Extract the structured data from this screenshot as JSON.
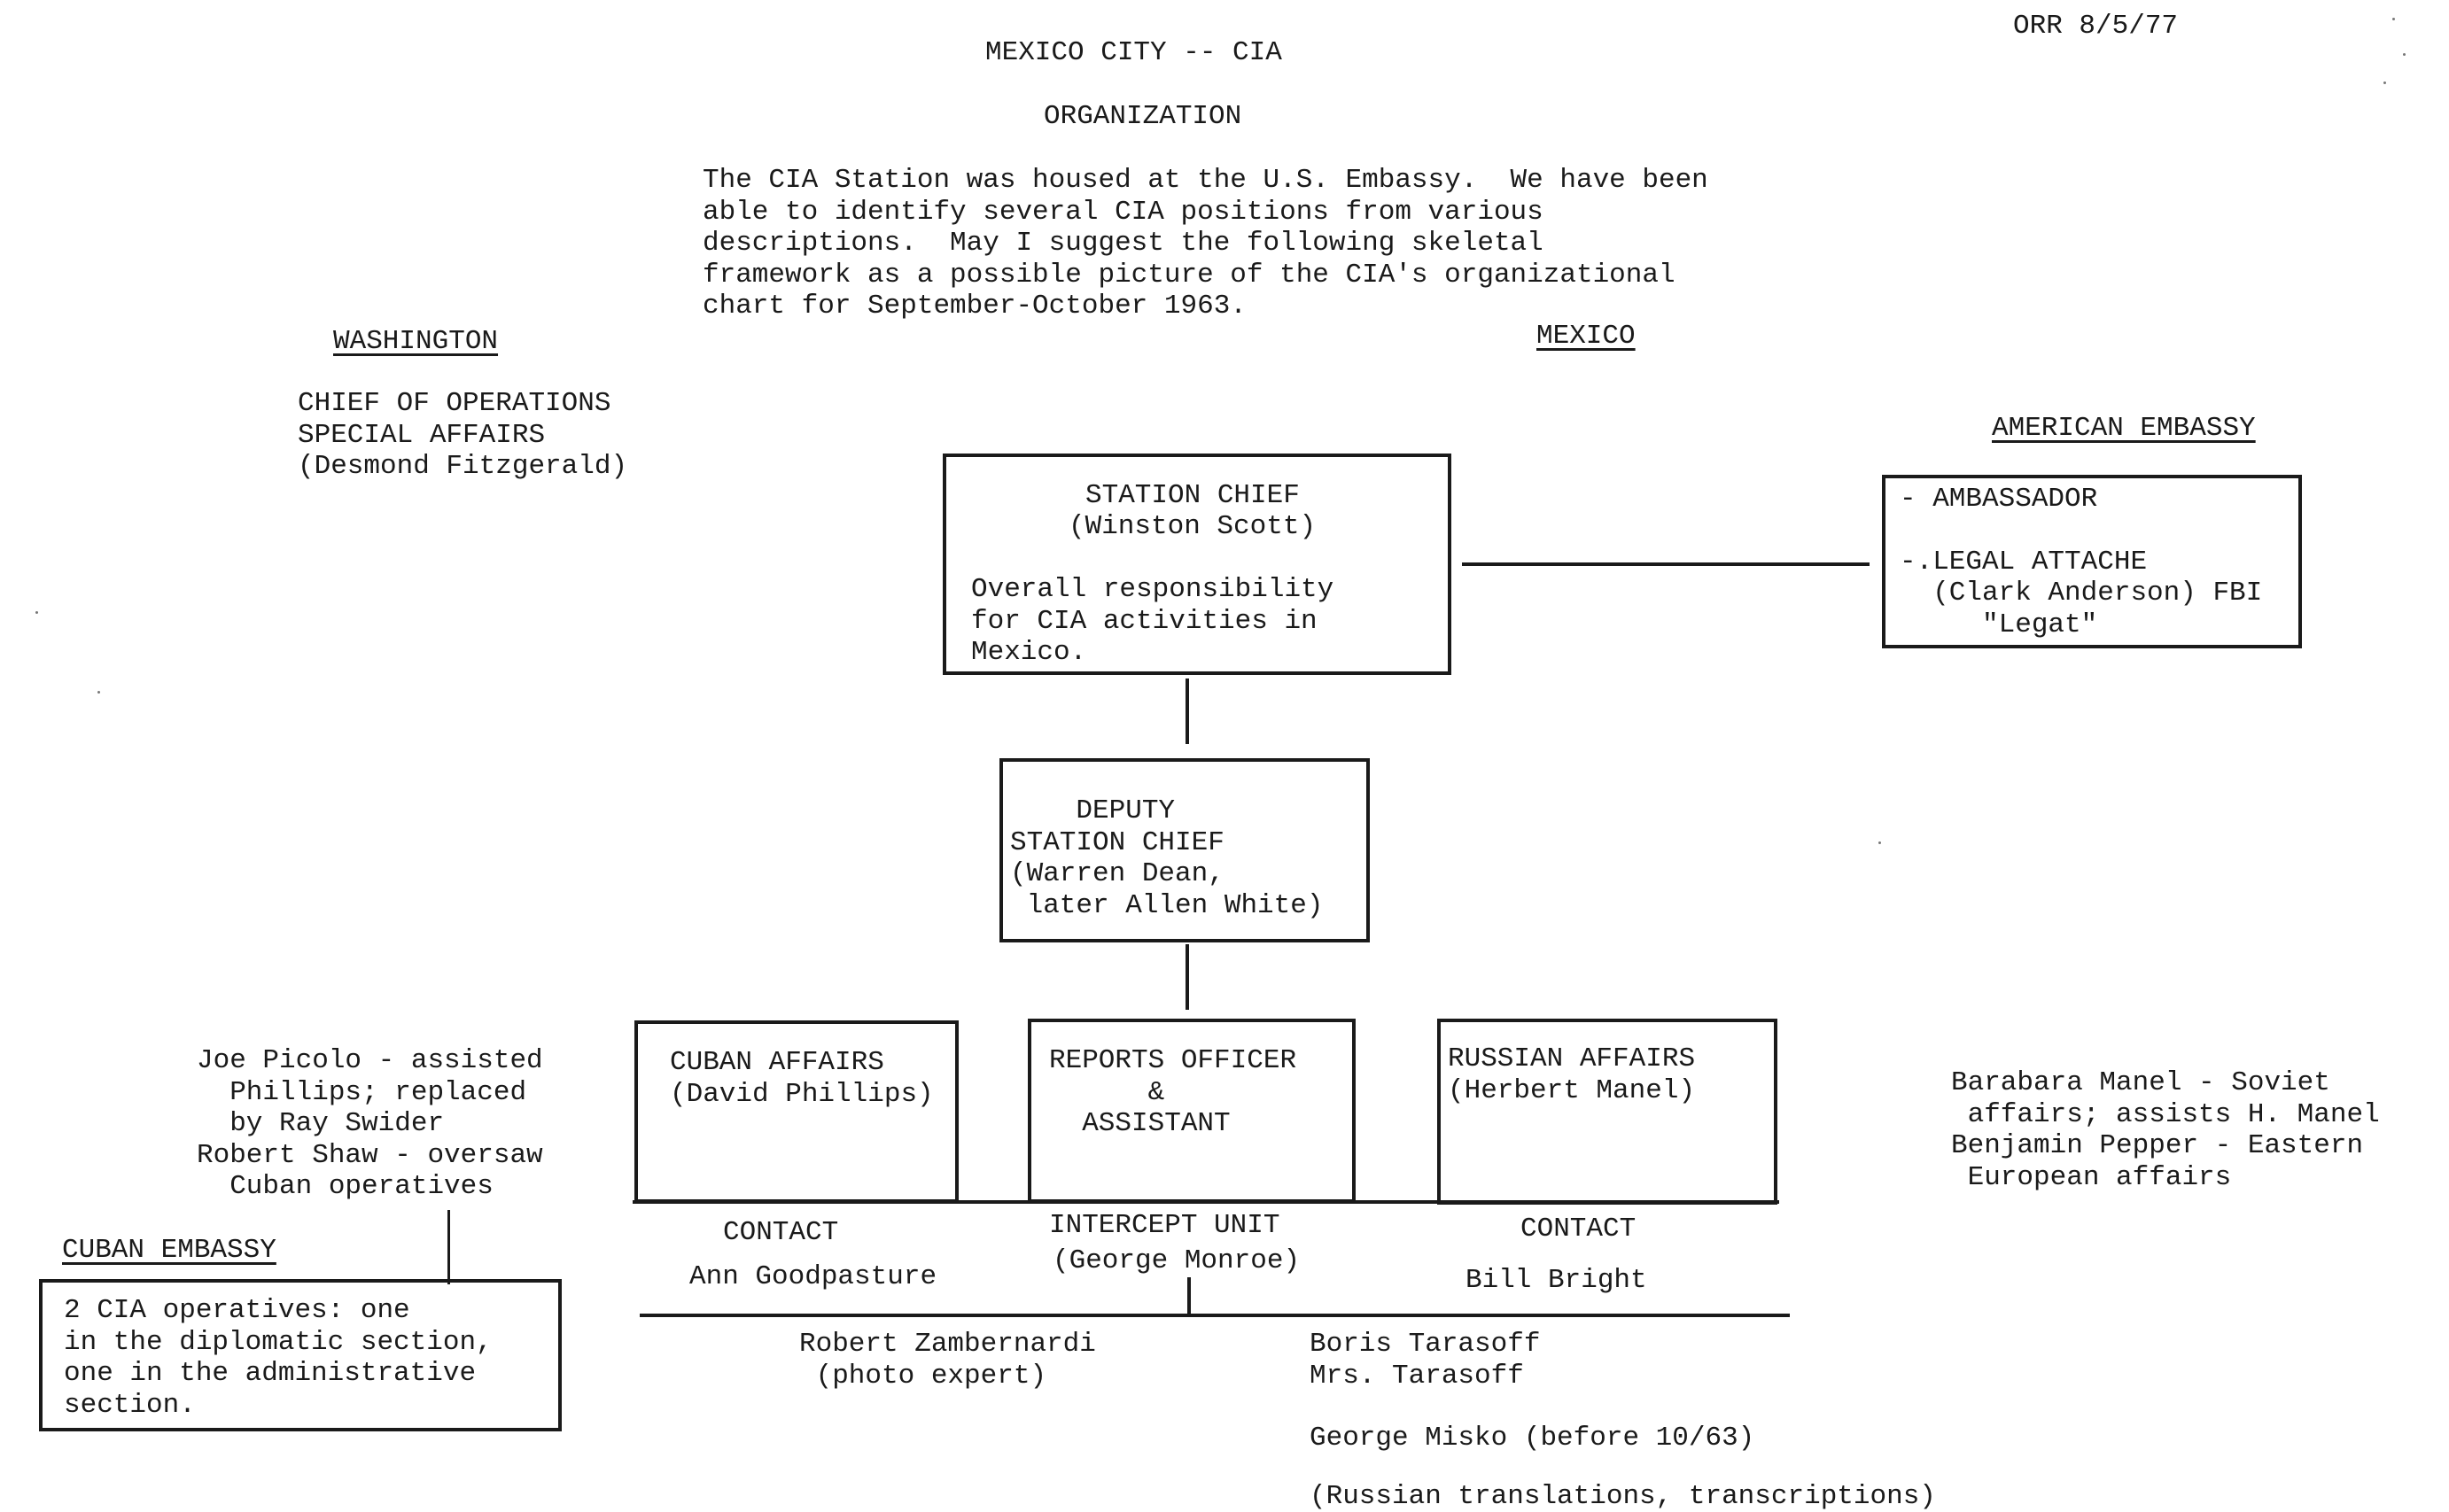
{
  "header": {
    "date_ref": "ORR 8/5/77",
    "title": "MEXICO CITY -- CIA",
    "subtitle": "ORGANIZATION"
  },
  "intro": {
    "lines": [
      "The CIA Station was housed at the U.S. Embassy.  We have been",
      "able to identify several CIA positions from various",
      "descriptions.  May I suggest the following skeletal",
      "framework as a possible picture of the CIA's organizational",
      "chart for September-October 1963."
    ]
  },
  "washington": {
    "heading": "WASHINGTON",
    "lines": [
      "CHIEF OF OPERATIONS",
      "SPECIAL AFFAIRS",
      "(Desmond Fitzgerald)"
    ]
  },
  "mexico": {
    "heading": "MEXICO"
  },
  "station_chief": {
    "title": "STATION CHIEF",
    "name": "(Winston Scott)",
    "desc": [
      "Overall responsibility",
      "for CIA activities in",
      "Mexico."
    ]
  },
  "american_embassy": {
    "heading": "AMERICAN EMBASSY",
    "lines": [
      "- AMBASSADOR",
      "",
      "-.LEGAL ATTACHE",
      "  (Clark Anderson) FBI",
      "     \"Legat\""
    ]
  },
  "deputy": {
    "lines": [
      "    DEPUTY",
      "STATION CHIEF",
      "(Warren Dean,",
      " later Allen White)"
    ]
  },
  "cuban_affairs": {
    "lines": [
      "CUBAN AFFAIRS",
      "(David Phillips)"
    ]
  },
  "reports_officer": {
    "lines": [
      "REPORTS OFFICER",
      "      &",
      "  ASSISTANT"
    ]
  },
  "russian_affairs": {
    "lines": [
      "RUSSIAN AFFAIRS",
      "(Herbert Manel)"
    ]
  },
  "left_notes": {
    "lines": [
      "Joe Picolo - assisted",
      "  Phillips; replaced",
      "  by Ray Swider",
      "Robert Shaw - oversaw",
      "  Cuban operatives"
    ]
  },
  "right_notes": {
    "lines": [
      "Barabara Manel - Soviet",
      " affairs; assists H. Manel",
      "Benjamin Pepper - Eastern",
      " European affairs"
    ]
  },
  "cuban_embassy": {
    "heading": "CUBAN EMBASSY",
    "lines": [
      "2 CIA operatives: one",
      "in the diplomatic section,",
      "one in the administrative",
      "section."
    ]
  },
  "contact_left": {
    "label": "CONTACT",
    "name": "Ann Goodpasture"
  },
  "intercept": {
    "label": "INTERCEPT UNIT",
    "name": "(George Monroe)"
  },
  "contact_right": {
    "label": "CONTACT",
    "name": "Bill Bright"
  },
  "below_left": {
    "lines": [
      "Robert Zambernardi",
      " (photo expert)"
    ]
  },
  "below_right": {
    "lines": [
      "Boris Tarasoff",
      "Mrs. Tarasoff",
      "",
      "George Misko (before 10/63)",
      "",
      "(Russian translations, transcriptions)"
    ]
  }
}
